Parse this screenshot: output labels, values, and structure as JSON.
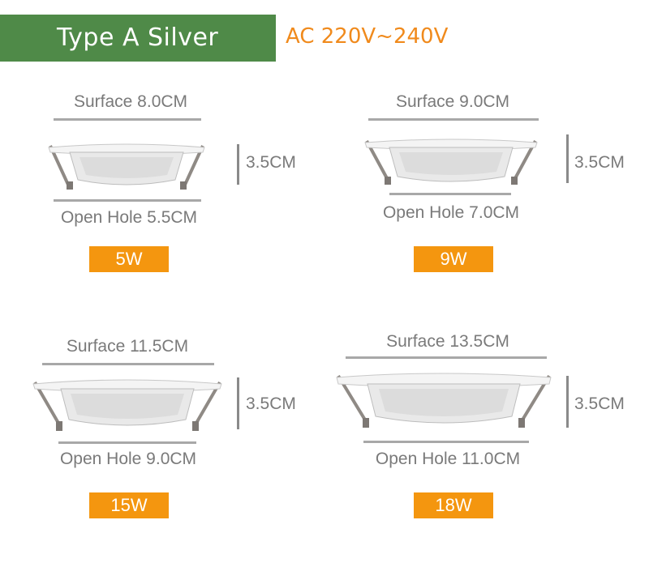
{
  "header": {
    "title": "Type A Silver",
    "voltage": "AC 220V~240V"
  },
  "colors": {
    "header_bg": "#4f8a48",
    "accent_orange": "#f4960f",
    "voltage_text": "#f08a1c"
  },
  "products": [
    {
      "surface": "Surface 8.0CM",
      "height": "3.5CM",
      "open_hole": "Open Hole 5.5CM",
      "wattage": "5W"
    },
    {
      "surface": "Surface 9.0CM",
      "height": "3.5CM",
      "open_hole": "Open Hole 7.0CM",
      "wattage": "9W"
    },
    {
      "surface": "Surface 11.5CM",
      "height": "3.5CM",
      "open_hole": "Open Hole 9.0CM",
      "wattage": "15W"
    },
    {
      "surface": "Surface 13.5CM",
      "height": "3.5CM",
      "open_hole": "Open Hole 11.0CM",
      "wattage": "18W"
    }
  ]
}
